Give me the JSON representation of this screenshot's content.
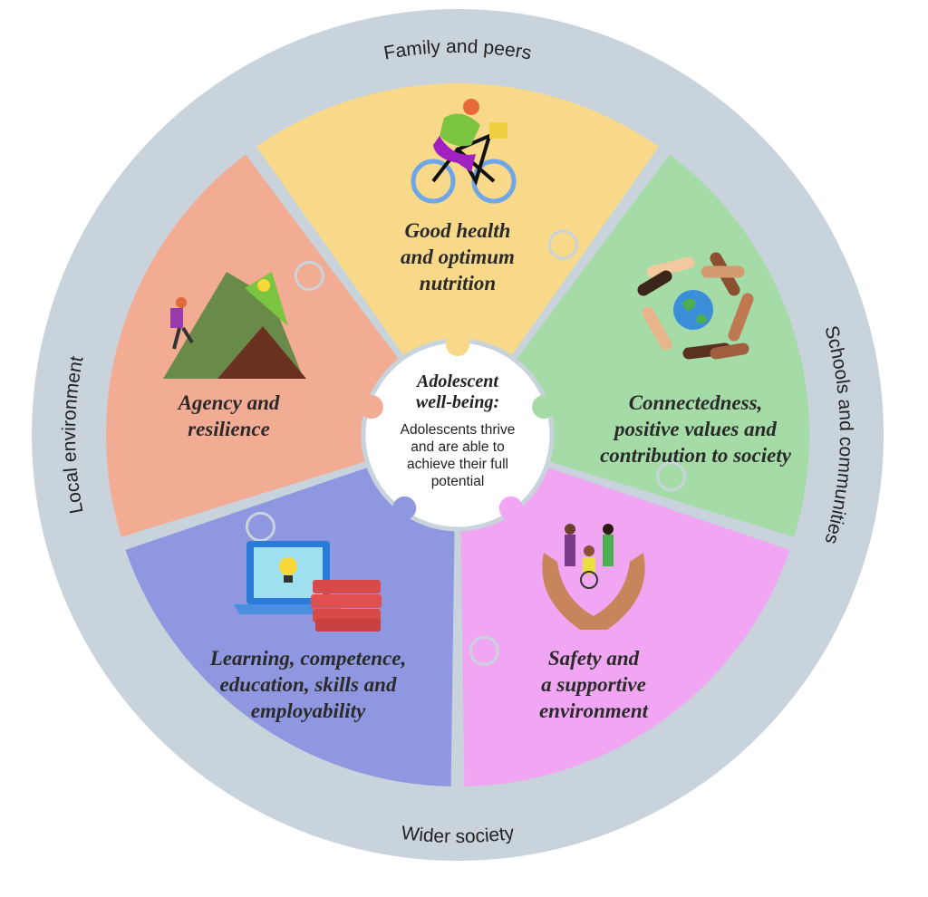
{
  "ring": {
    "top": "Family and peers",
    "right": "Schools and communities",
    "bottom": "Wider society",
    "left": "Local environment"
  },
  "segments": [
    {
      "id": "health",
      "line1": "Good health",
      "line2": "and optimum",
      "line3": "nutrition",
      "color": "#f8d98a",
      "icon": "cyclist-icon"
    },
    {
      "id": "connect",
      "line1": "Connectedness,",
      "line2": "positive values and",
      "line3": "contribution to society",
      "color": "#a4dba6",
      "icon": "hands-around-globe-icon"
    },
    {
      "id": "safety",
      "line1": "Safety and",
      "line2": "a supportive",
      "line3": "environment",
      "color": "#f0a6f2",
      "icon": "hands-holding-people-icon"
    },
    {
      "id": "learning",
      "line1": "Learning, competence,",
      "line2": "education, skills and",
      "line3": "employability",
      "color": "#8f97e0",
      "icon": "laptop-books-icon"
    },
    {
      "id": "agency",
      "line1": "Agency and",
      "line2": "resilience",
      "line3": "",
      "color": "#f2ac93",
      "icon": "mountain-climber-icon"
    }
  ],
  "center": {
    "title1": "Adolescent",
    "title2": "well-being:",
    "body1": "Adolescents thrive",
    "body2": "and are able to",
    "body3": "achieve their full",
    "body4": "potential"
  },
  "colors": {
    "ring": "#c9d3dc",
    "border": "#c9d3dc",
    "center": "#ffffff"
  }
}
